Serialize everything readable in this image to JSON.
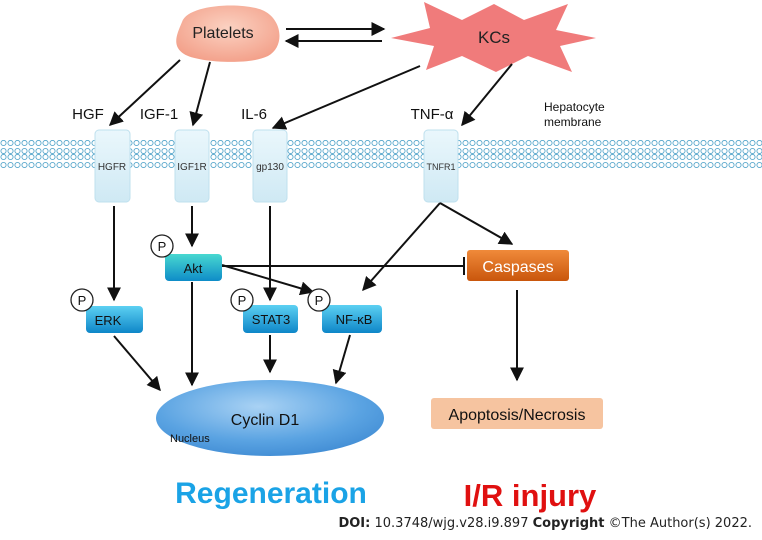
{
  "cells": {
    "platelets": "Platelets",
    "kcs": "KCs",
    "membrane": [
      "Hepatocyte",
      "membrane"
    ],
    "ligands": {
      "hgf": "HGF",
      "igf1": "IGF-1",
      "il6": "IL-6",
      "tnfa": "TNF-α"
    },
    "receptors": {
      "hgfr": "HGFR",
      "igf1r": "IGF1R",
      "gp130": "gp130",
      "tnfr1": "TNFR1"
    }
  },
  "signals": {
    "phospho": "P",
    "akt": "Akt",
    "erk": "ERK",
    "stat3": "STAT3",
    "nfkb": "NF-κB",
    "caspases": "Caspases"
  },
  "outcomes": {
    "cyclin": "Cyclin D1",
    "nucleus": "Nucleus",
    "apoptosis": "Apoptosis/Necrosis",
    "regeneration": "Regeneration",
    "ir_injury": "I/R injury"
  },
  "footer": {
    "doi_label": "DOI:",
    "doi_value": "10.3748/wjg.v28.i9.897",
    "copyright_label": "Copyright",
    "copyright_value": "©The Author(s) 2022."
  },
  "colors": {
    "platelets": "#f4a58f",
    "kcs": "#f07b7b",
    "receptor": "#ddf1f8",
    "signal_node": "#1aa3d6",
    "caspases": "#e8711c",
    "apoptosis": "#f6c4a0",
    "nucleus": "#4a98dc",
    "regeneration": "#1aa3e6",
    "injury": "#e01010"
  }
}
